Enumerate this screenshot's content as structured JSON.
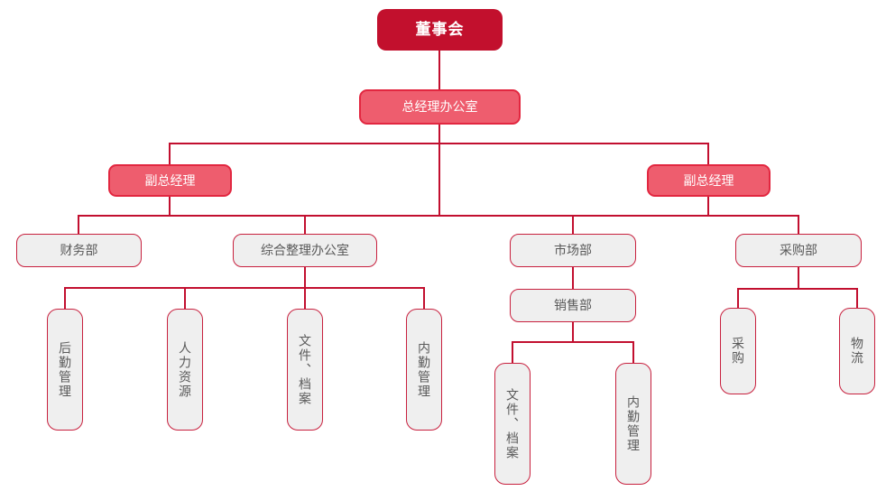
{
  "chart": {
    "type": "org-chart",
    "background": "#ffffff"
  },
  "colors": {
    "root_fill": "#c2102d",
    "pink_fill": "#ee5d6e",
    "pink_border": "#e22740",
    "gray_fill": "#efefef",
    "gray_border": "#c8203e",
    "gray_text": "#595959",
    "connector": "#c20f2f",
    "root_text": "#ffffff"
  },
  "nodes": {
    "board": {
      "label": "董事会"
    },
    "gm_office": {
      "label": "总经理办公室"
    },
    "deputy_left": {
      "label": "副总经理"
    },
    "deputy_right": {
      "label": "副总经理"
    },
    "finance": {
      "label": "财务部"
    },
    "general_office": {
      "label": "综合整理办公室"
    },
    "market": {
      "label": "市场部"
    },
    "procurement_dept": {
      "label": "采购部"
    },
    "logistics_mgmt": {
      "label": "后勤管理"
    },
    "hr": {
      "label": "人力资源"
    },
    "files_archives_1": {
      "label": "文件、档案"
    },
    "internal_mgmt_1": {
      "label": "内勤管理"
    },
    "sales": {
      "label": "销售部"
    },
    "files_archives_2": {
      "label": "文件、档案"
    },
    "internal_mgmt_2": {
      "label": "内勤管理"
    },
    "procurement": {
      "label": "采购"
    },
    "logistics": {
      "label": "物流"
    }
  },
  "structure": {
    "edges": [
      [
        "board",
        "gm_office"
      ],
      [
        "gm_office",
        "deputy_left"
      ],
      [
        "gm_office",
        "deputy_right"
      ],
      [
        "deputy_left",
        "finance"
      ],
      [
        "deputy_left",
        "general_office"
      ],
      [
        "deputy_right",
        "market"
      ],
      [
        "deputy_right",
        "procurement_dept"
      ],
      [
        "general_office",
        "logistics_mgmt"
      ],
      [
        "general_office",
        "hr"
      ],
      [
        "general_office",
        "files_archives_1"
      ],
      [
        "general_office",
        "internal_mgmt_1"
      ],
      [
        "market",
        "sales"
      ],
      [
        "sales",
        "files_archives_2"
      ],
      [
        "sales",
        "internal_mgmt_2"
      ],
      [
        "procurement_dept",
        "procurement"
      ],
      [
        "procurement_dept",
        "logistics"
      ]
    ]
  }
}
